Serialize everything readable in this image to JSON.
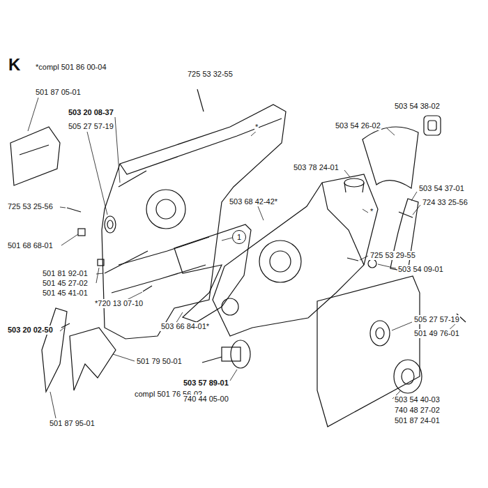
{
  "diagram": {
    "title": "K",
    "nodes": [
      {
        "text": [
          "1"
        ]
      }
    ],
    "labels": [
      "*compl 501 86 00-04",
      "725 53 32-55",
      "501 87 05-01",
      "503 20 08-37",
      "505 27 57-19",
      "503 54 38-02",
      "503 54 26-02",
      "*",
      "503 78 24-01",
      "503 68 42-42*",
      "503 54 37-01",
      "724 33 25-56",
      "725 53 25-56",
      "*",
      "501 68 68-01",
      "725 53 29-55",
      "503 54 09-01",
      "501 81 92-01",
      "501 45 27-02",
      "501 45 41-01",
      "*720 13 07-10",
      "505 27 57-19",
      "501 49 76-01",
      "503 66 84-01*",
      "503 20 02-50",
      "501 79 50-01",
      "503 57 89-01",
      "compl 501 76 56-02",
      "740 44 05-00",
      "503 54 40-03",
      "740 48 27-02",
      "501 87 24-01",
      "501 87 95-01"
    ]
  }
}
